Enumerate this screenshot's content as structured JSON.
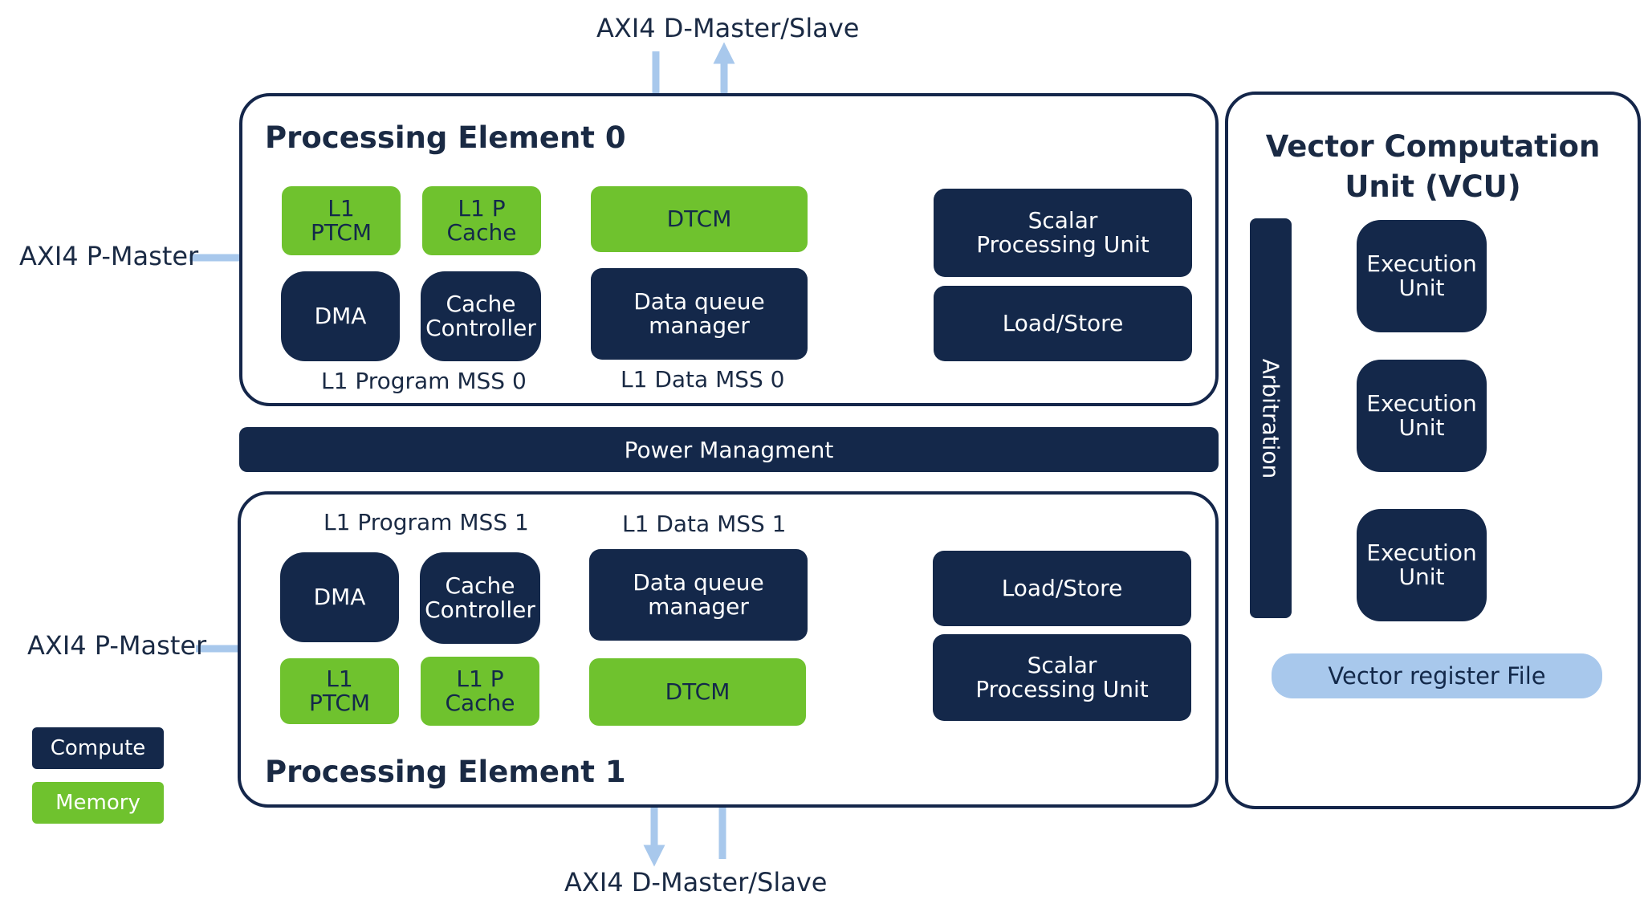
{
  "axi": {
    "top": "AXI4 D-Master/Slave",
    "bottom": "AXI4 D-Master/Slave",
    "p_master_top": "AXI4 P-Master",
    "p_master_bottom": "AXI4 P-Master"
  },
  "pe0": {
    "title": "Processing Element 0",
    "l1_ptcm": "L1\nPTCM",
    "l1_p_cache": "L1 P\nCache",
    "dtcm": "DTCM",
    "scalar": "Scalar\nProcessing Unit",
    "dma": "DMA",
    "cache_controller": "Cache\nController",
    "data_queue": "Data queue\nmanager",
    "load_store": "Load/Store",
    "program_mss": "L1 Program MSS 0",
    "data_mss": "L1 Data MSS 0"
  },
  "power": "Power Managment",
  "pe1": {
    "title": "Processing Element 1",
    "program_mss": "L1 Program MSS 1",
    "data_mss": "L1 Data MSS 1",
    "dma": "DMA",
    "cache_controller": "Cache\nController",
    "data_queue": "Data queue\nmanager",
    "load_store": "Load/Store",
    "scalar": "Scalar\nProcessing Unit",
    "l1_ptcm": "L1\nPTCM",
    "l1_p_cache": "L1 P\nCache",
    "dtcm": "DTCM"
  },
  "vcu": {
    "title": "Vector Computation\nUnit (VCU)",
    "arbitration": "Arbitration",
    "execution_units": [
      "Execution\nUnit",
      "Execution\nUnit",
      "Execution\nUnit"
    ],
    "vector_register_file": "Vector register File"
  },
  "legend": {
    "compute": "Compute",
    "memory": "Memory"
  },
  "colors": {
    "compute": "#14284a",
    "memory": "#6fc22e",
    "arrow": "#a8c8ec",
    "register_file": "#a8c8ec"
  }
}
